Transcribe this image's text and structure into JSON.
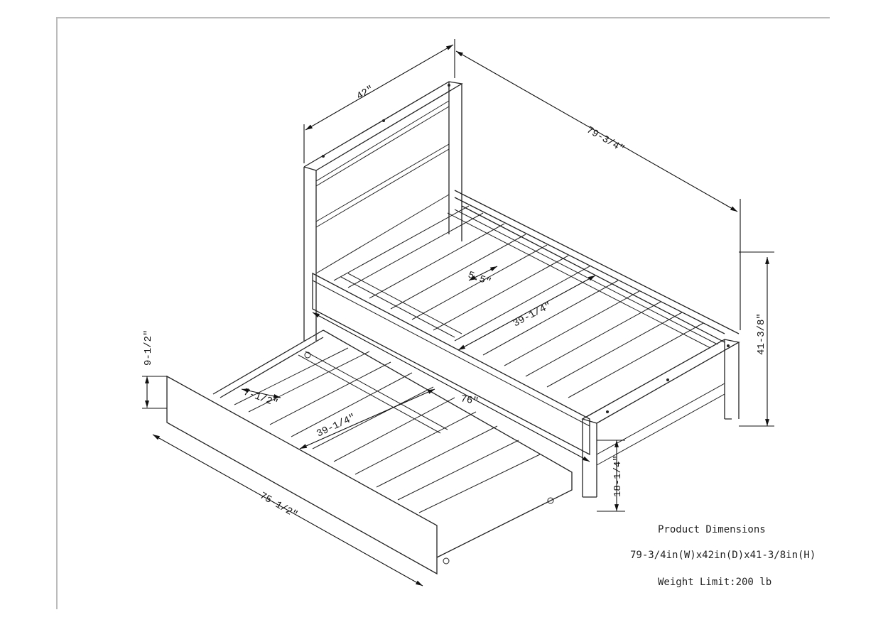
{
  "dimensions": {
    "headboard_width": "42″",
    "overall_length": "79-3/4″",
    "overall_height": "41-3/8″",
    "slat_spacing": "5.5″",
    "inner_width": "39-1/4″",
    "inner_length": "76″",
    "trundle_height": "9-1/2″",
    "trundle_slat_spacing": "7-1/2″",
    "trundle_inner_width": "39-1/4″",
    "trundle_length": "75-1/2″",
    "clearance_height": "18-1/4″"
  },
  "info": {
    "title": "Product Dimensions",
    "size": "79-3/4in(W)x42in(D)x41-3/8in(H)",
    "weight": "Weight Limit:200 lb"
  }
}
